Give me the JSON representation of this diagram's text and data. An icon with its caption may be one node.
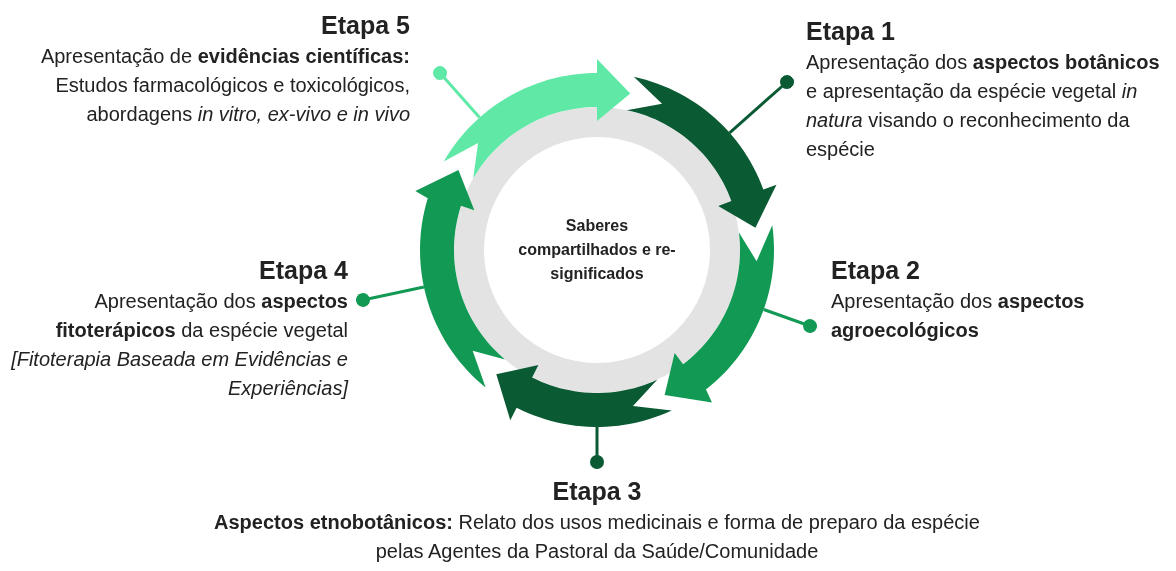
{
  "diagram": {
    "nodes": [
      {
        "text": [
          "Saberes compartilhados e re-significados"
        ]
      },
      {
        "text": [
          "Etapa 5",
          "Apresentação de **evidências científicas:** Estudos farmacológicos e toxicológicos, abordagens *in vitro, ex-vivo e in vivo*"
        ]
      },
      {
        "text": [
          "Etapa 1",
          "Apresentação dos **aspectos botânicos** e apresentação da espécie vegetal *in natura* visando o reconhecimento da espécie"
        ]
      },
      {
        "text": [
          "Etapa 4",
          "Apresentação dos **aspectos fitoterápicos** da espécie vegetal *[Fitoterapia Baseada em Evidências e Experiências]*"
        ]
      },
      {
        "text": [
          "Etapa 2",
          "Apresentação dos **aspectos agroecológicos**"
        ]
      },
      {
        "text": [
          "Etapa 3",
          "**Aspectos etnobotânicos:** Relato dos usos medicinais e forma de preparo da espécie pelas Agentes da Pastoral da Saúde/Comunidade"
        ]
      },
      {
        "text": [],
        "shape": "arrow"
      },
      {
        "text": [],
        "shape": "arrow"
      },
      {
        "text": [],
        "shape": "arrow"
      },
      {
        "text": [],
        "shape": "arrow"
      },
      {
        "text": [],
        "shape": "arrow"
      }
    ],
    "edges": [
      {
        "from": 1,
        "to": 6,
        "arrow": "other",
        "color": "#5fe8a6"
      },
      {
        "from": 2,
        "to": 7,
        "arrow": "other",
        "color": "#0a5a34"
      },
      {
        "from": 4,
        "to": 8,
        "arrow": "other",
        "color": "#129a55"
      },
      {
        "from": 5,
        "to": 9,
        "arrow": "other",
        "color": "#0a5a34"
      },
      {
        "from": 3,
        "to": 10,
        "arrow": "other",
        "color": "#129a55"
      }
    ]
  }
}
